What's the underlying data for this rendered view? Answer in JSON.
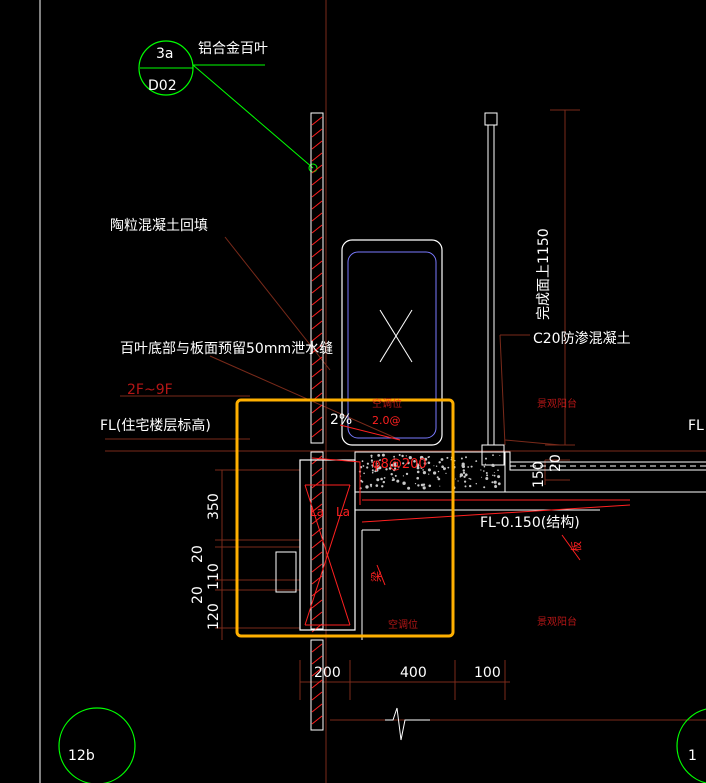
{
  "callout": {
    "top": "3a",
    "bottom": "D02",
    "label": "铝合金百叶"
  },
  "labels": {
    "ceramsite": "陶粒混凝土回填",
    "louver_gap": "百叶底部与板面预留50mm泄水缝",
    "floors": "2F~9F",
    "fl_left": "FL(住宅楼层标高)",
    "fl_right": "FL",
    "c20": "C20防渗混凝土",
    "finish": "完成面上1150",
    "fl_struct": "FL-0.150(结构)",
    "slope": "2%",
    "rebar": "φ8@200",
    "la1": "La",
    "la2": "La",
    "beam": "梁",
    "beam2": "板",
    "ac_top": "空调位",
    "ac_bottom": "空调位",
    "balcony_top": "景观阳台",
    "balcony_bottom": "景观阳台",
    "red_note": "2.0@"
  },
  "dims": {
    "vertical": [
      "350",
      "20",
      "110",
      "20",
      "120"
    ],
    "horizontal": [
      "200",
      "400",
      "100"
    ],
    "right_150": "150",
    "right_20": "20"
  },
  "axis": {
    "left": "12b",
    "right": "1"
  },
  "colors": {
    "background": "#000000",
    "line_white": "#ffffff",
    "line_red": "#ff2020",
    "line_green": "#00ff00",
    "line_brown": "#7a2a1a",
    "highlight": "#ffb000",
    "hatch_gray": "#c8c8c8"
  }
}
